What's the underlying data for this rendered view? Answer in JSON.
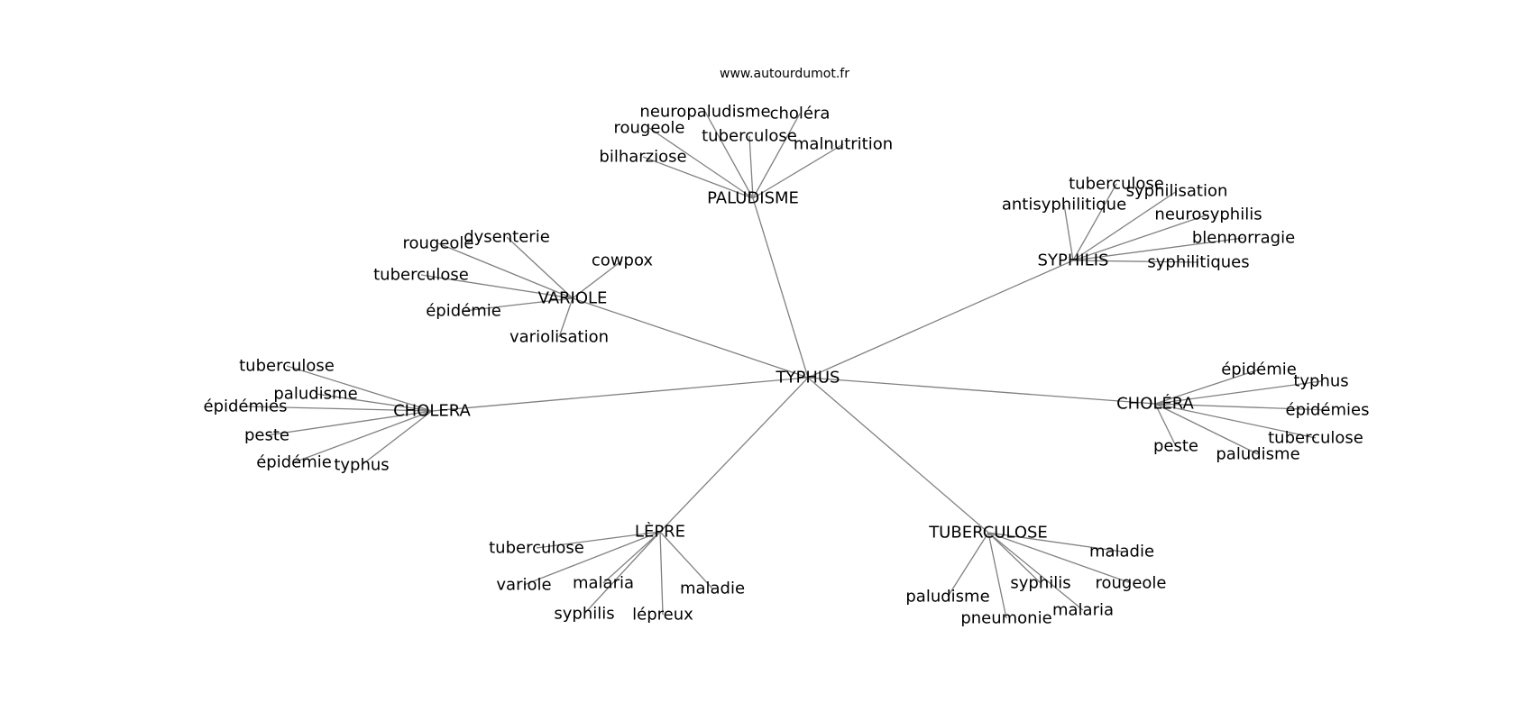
{
  "watermark": "www.autourdumot.fr",
  "graph": {
    "edge_color": "#808080",
    "center": "TYPHUS",
    "hubs": [
      {
        "label": "PALUDISME",
        "leaves": [
          "neuropaludisme",
          "choléra",
          "rougeole",
          "tuberculose",
          "bilharziose",
          "malnutrition"
        ]
      },
      {
        "label": "SYPHILIS",
        "leaves": [
          "tuberculose",
          "syphilisation",
          "antisyphilitique",
          "neurosyphilis",
          "blennorragie",
          "syphilitiques"
        ]
      },
      {
        "label": "VARIOLE",
        "leaves": [
          "dysenterie",
          "rougeole",
          "cowpox",
          "tuberculose",
          "épidémie",
          "variolisation"
        ]
      },
      {
        "label": "CHOLERA",
        "leaves": [
          "tuberculose",
          "paludisme",
          "épidémies",
          "peste",
          "épidémie",
          "typhus"
        ]
      },
      {
        "label": "CHOLÉRA",
        "leaves": [
          "épidémie",
          "typhus",
          "épidémies",
          "tuberculose",
          "peste",
          "paludisme"
        ]
      },
      {
        "label": "LÈPRE",
        "leaves": [
          "tuberculose",
          "variole",
          "malaria",
          "maladie",
          "syphilis",
          "lépreux"
        ]
      },
      {
        "label": "TUBERCULOSE",
        "leaves": [
          "maladie",
          "rougeole",
          "syphilis",
          "paludisme",
          "malaria",
          "pneumonie"
        ]
      }
    ]
  }
}
